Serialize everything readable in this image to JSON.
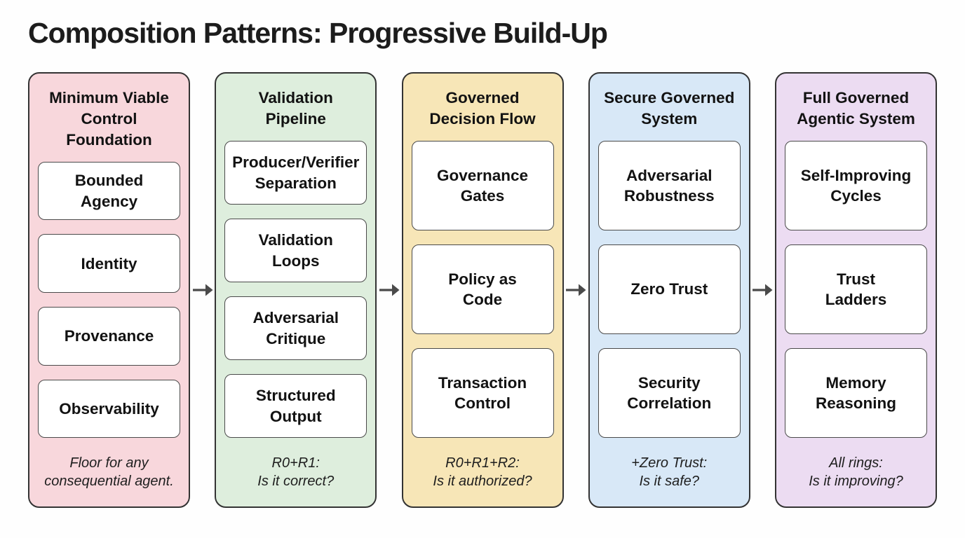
{
  "page": {
    "title": "Composition Patterns: Progressive Build-Up"
  },
  "connector": {
    "icon": "arrow-right-icon",
    "color": "#4a4a4a"
  },
  "columns": [
    {
      "id": "minimum-viable-control-foundation",
      "title": "Minimum Viable\nControl Foundation",
      "color": "#f8d7dc",
      "boxes": [
        "Bounded\nAgency",
        "Identity",
        "Provenance",
        "Observability"
      ],
      "footer": "Floor for any\nconsequential agent."
    },
    {
      "id": "validation-pipeline",
      "title": "Validation\nPipeline",
      "color": "#deeedd",
      "boxes": [
        "Producer/Verifier\nSeparation",
        "Validation\nLoops",
        "Adversarial\nCritique",
        "Structured\nOutput"
      ],
      "footer": "R0+R1:\nIs it correct?"
    },
    {
      "id": "governed-decision-flow",
      "title": "Governed\nDecision Flow",
      "color": "#f7e6b7",
      "boxes": [
        "Governance\nGates",
        "Policy as\nCode",
        "Transaction\nControl"
      ],
      "footer": "R0+R1+R2:\nIs it authorized?"
    },
    {
      "id": "secure-governed-system",
      "title": "Secure Governed\nSystem",
      "color": "#d8e8f7",
      "boxes": [
        "Adversarial\nRobustness",
        "Zero Trust",
        "Security\nCorrelation"
      ],
      "footer": "+Zero Trust:\nIs it safe?"
    },
    {
      "id": "full-governed-agentic-system",
      "title": "Full Governed\nAgentic System",
      "color": "#ecdcf2",
      "boxes": [
        "Self-Improving\nCycles",
        "Trust\nLadders",
        "Memory\nReasoning"
      ],
      "footer": "All rings:\nIs it improving?"
    }
  ]
}
